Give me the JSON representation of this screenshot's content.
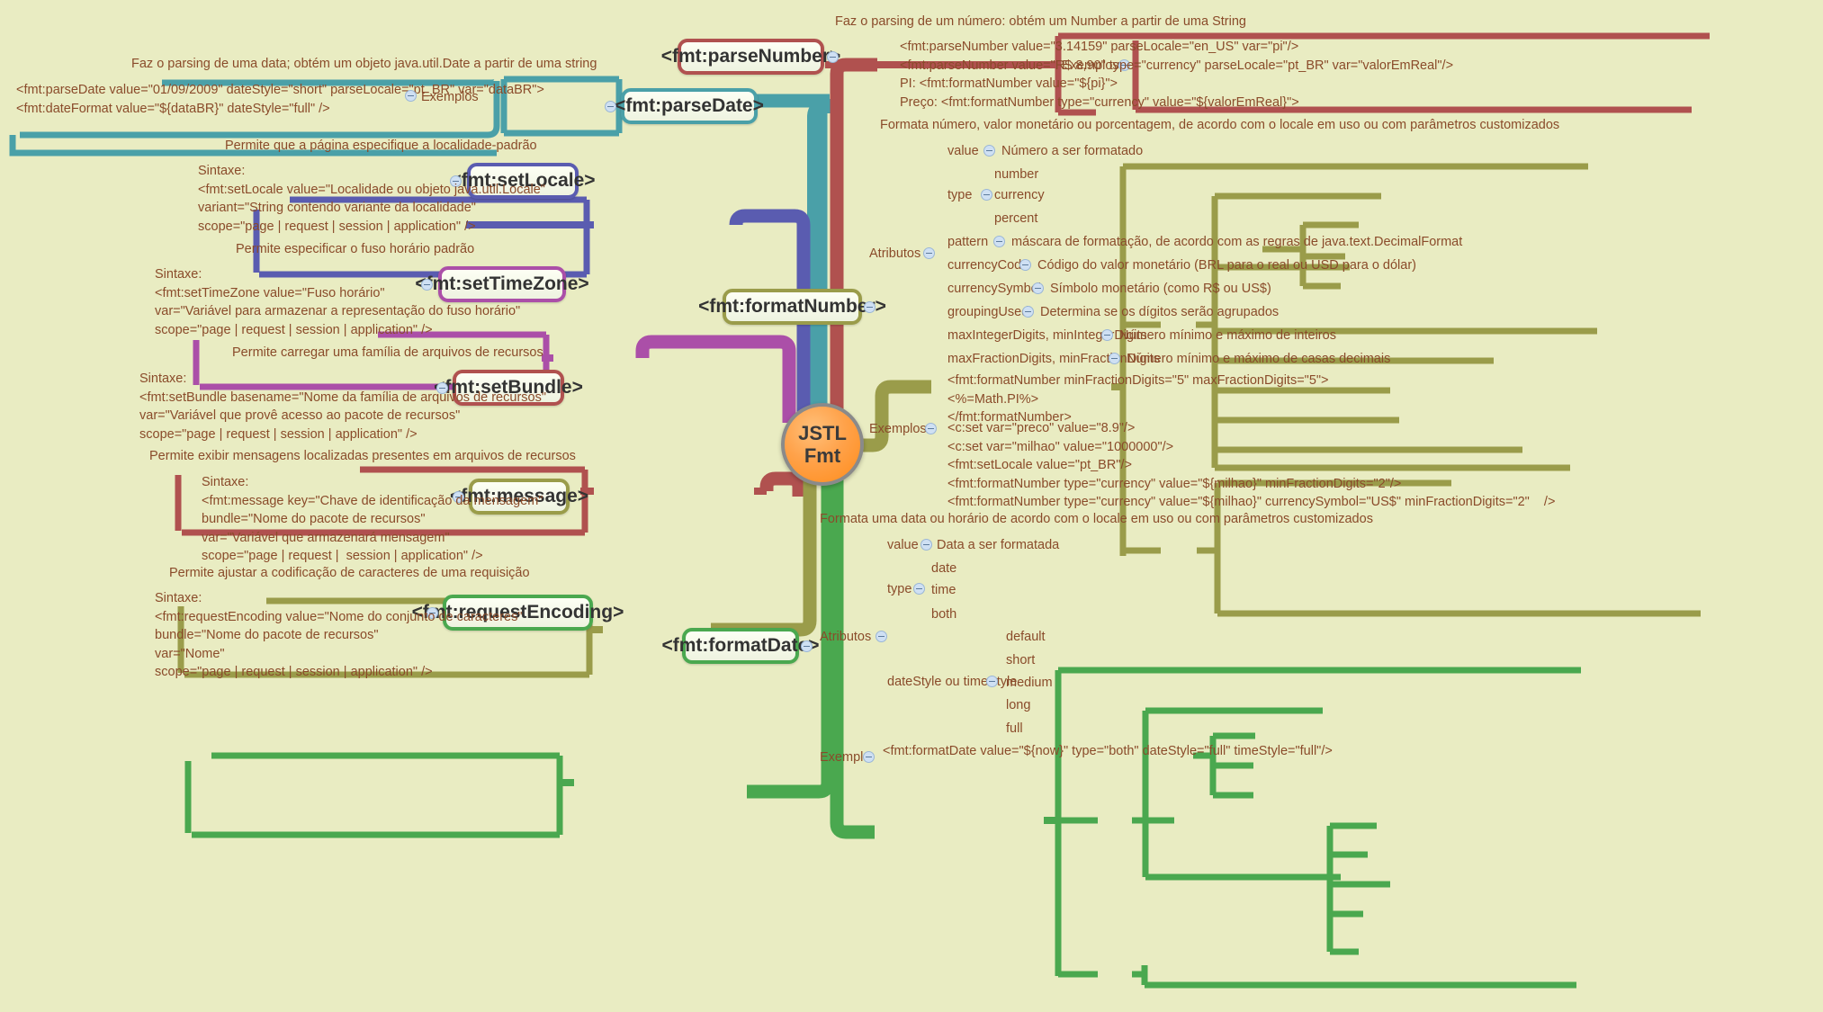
{
  "root": {
    "label": "JSTL\nFmt",
    "line1": "JSTL",
    "line2": "Fmt"
  },
  "colors": {
    "background": "#e9ecc2",
    "root_fill": "#ff8c1a",
    "parseDate": "#4aa0a8",
    "parseNumber": "#b0514f",
    "setLocale": "#5a5cb0",
    "setTimeZone": "#ab4fa8",
    "setBundle": "#b0514f",
    "message": "#9a9c4a",
    "requestEncoding": "#4aa84f",
    "formatNumber": "#9a9c4a",
    "formatDate": "#4aa84f",
    "text": "#8a4b2a"
  },
  "branches": [
    {
      "id": "parseDate",
      "label": "<fmt:parseDate>",
      "color": "#4aa0a8",
      "description": "Faz o parsing de uma data; obtém um objeto java.util.Date a partir de uma string",
      "sub_label": "Exemplos",
      "body": "<fmt:parseDate value=\"01/09/2009\" dateStyle=\"short\" parseLocale=\"pt_BR\" var=\"dataBR\">\n<fmt:dateFormat value=\"${dataBR}\" dateStyle=\"full\" />"
    },
    {
      "id": "parseNumber",
      "label": "<fmt:parseNumber>",
      "color": "#b0514f",
      "description": "Faz o parsing de um número: obtém um Number a partir de uma String",
      "sub_label": "Exemplos",
      "body": "<fmt:parseNumber value=\"3.14159\" parseLocale=\"en_US\" var=\"pi\"/>\n<fmt:parseNumber value=\"R$ 8,90\" type=\"currency\" parseLocale=\"pt_BR\" var=\"valorEmReal\"/>\nPI: <fmt:formatNumber value=\"${pi}\">\nPreço: <fmt:formatNumber type=\"currency\" value=\"${valorEmReal}\">"
    },
    {
      "id": "setLocale",
      "label": "<fmt:setLocale>",
      "color": "#5a5cb0",
      "description": "Permite que a página especifique a localidade-padrão",
      "body": "Sintaxe:\n<fmt:setLocale value=\"Localidade ou objeto java.util.Locale\"\nvariant=\"String contendo variante da localidade\"\nscope=\"page | request | session | application\" />"
    },
    {
      "id": "setTimeZone",
      "label": "<fmt:setTimeZone>",
      "color": "#ab4fa8",
      "description": "Permite especificar o fuso horário padrão",
      "body": "Sintaxe:\n<fmt:setTimeZone value=\"Fuso horário\"\nvar=\"Variável para armazenar a representação do fuso horário\"\nscope=\"page | request | session | application\" />"
    },
    {
      "id": "setBundle",
      "label": "<fmt:setBundle>",
      "color": "#b0514f",
      "description": "Permite carregar uma família de arquivos de recursos",
      "body": "Sintaxe:\n<fmt:setBundle basename=\"Nome da família de arquivos de recursos\"\nvar=\"Variável que provê acesso ao pacote de recursos\"\nscope=\"page | request | session | application\" />"
    },
    {
      "id": "message",
      "label": "<fmt:message>",
      "color": "#9a9c4a",
      "description": "Permite exibir mensagens localizadas presentes em arquivos de recursos",
      "body": "Sintaxe:\n<fmt:message key=\"Chave de identificação da mensagem\"\nbundle=\"Nome do pacote de recursos\"\nvar=\"Variável que armazenará mensagem\"\nscope=\"page | request |  session | application\" />"
    },
    {
      "id": "requestEncoding",
      "label": "<fmt:requestEncoding>",
      "color": "#4aa84f",
      "description": "Permite ajustar a codificação de caracteres de uma requisição",
      "body": "Sintaxe:\n<fmt:requestEncoding value=\"Nome do conjunto de caracteres\"\nbundle=\"Nome do pacote de recursos\"\nvar=\"Nome\"\nscope=\"page | request | session | application\" />"
    }
  ],
  "formatNumber": {
    "label": "<fmt:formatNumber>",
    "color": "#9a9c4a",
    "description": "Formata número, valor monetário ou porcentagem, de acordo com o locale em uso ou com parâmetros customizados",
    "attributes_label": "Atributos",
    "attributes": [
      {
        "name": "value",
        "desc": "Número a ser formatado"
      },
      {
        "name": "type",
        "desc": "",
        "children": [
          "number",
          "currency",
          "percent"
        ]
      },
      {
        "name": "pattern",
        "desc": "máscara de formatação, de acordo com as regras de java.text.DecimalFormat"
      },
      {
        "name": "currencyCode",
        "desc": "Código do valor monetário (BRL para o real ou USD para o dólar)"
      },
      {
        "name": "currencySymbol",
        "desc": "Símbolo monetário (como R$ ou US$)"
      },
      {
        "name": "groupingUsed",
        "desc": "Determina se os dígitos serão agrupados"
      },
      {
        "name": "maxIntegerDigits, minIntegerDigits",
        "desc": "Número mínimo e máximo de inteiros"
      },
      {
        "name": "maxFractionDigits, minFractionDigits",
        "desc": "Número mínimo e máximo de casas decimais"
      }
    ],
    "examples_label": "Exemplos",
    "example_top": "<fmt:formatNumber minFractionDigits=\"5\" maxFractionDigits=\"5\">\n<%=Math.PI%>\n</fmt:formatNumber>",
    "example_bottom": "<c:set var=\"preco\" value=\"8.9\"/>\n<c:set var=\"milhao\" value=\"1000000\"/>\n<fmt:setLocale value=\"pt_BR\"/>\n<fmt:formatNumber type=\"currency\" value=\"${milhao}\" minFractionDigits=\"2\"/>\n<fmt:formatNumber type=\"currency\" value=\"${milhao}\" currencySymbol=\"US$\" minFractionDigits=\"2\"    />"
  },
  "formatDate": {
    "label": "<fmt:formatDate>",
    "color": "#4aa84f",
    "description": "Formata uma data ou horário de acordo com o locale em uso ou com parâmetros customizados",
    "attributes_label": "Atributos",
    "attributes": [
      {
        "name": "value",
        "desc": "Data a ser formatada"
      },
      {
        "name": "type",
        "desc": "",
        "children": [
          "date",
          "time",
          "both"
        ]
      },
      {
        "name": "dateStyle ou timeStyle",
        "desc": "",
        "children": [
          "default",
          "short",
          "medium",
          "long",
          "full"
        ]
      }
    ],
    "example_label": "Exemplo",
    "example": "<fmt:formatDate value=\"${now}\" type=\"both\" dateStyle=\"full\" timeStyle=\"full\"/>"
  }
}
